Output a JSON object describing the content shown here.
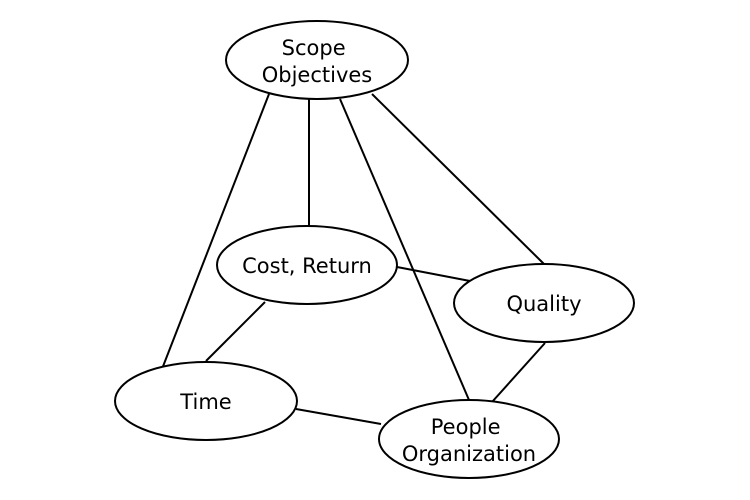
{
  "diagram": {
    "nodes": {
      "scope": {
        "line1": "Scope",
        "line2": "Objectives"
      },
      "cost": {
        "label": "Cost, Return"
      },
      "quality": {
        "label": "Quality"
      },
      "time": {
        "label": "Time"
      },
      "people": {
        "line1": "People",
        "line2": "Organization"
      }
    },
    "edges": [
      {
        "from": "Scope Objectives",
        "to": "Time"
      },
      {
        "from": "Scope Objectives",
        "to": "Cost, Return"
      },
      {
        "from": "Scope Objectives",
        "to": "People Organization"
      },
      {
        "from": "Scope Objectives",
        "to": "Quality"
      },
      {
        "from": "Cost, Return",
        "to": "Quality"
      },
      {
        "from": "Cost, Return",
        "to": "Time"
      },
      {
        "from": "Time",
        "to": "People Organization"
      },
      {
        "from": "Quality",
        "to": "People Organization"
      }
    ]
  }
}
